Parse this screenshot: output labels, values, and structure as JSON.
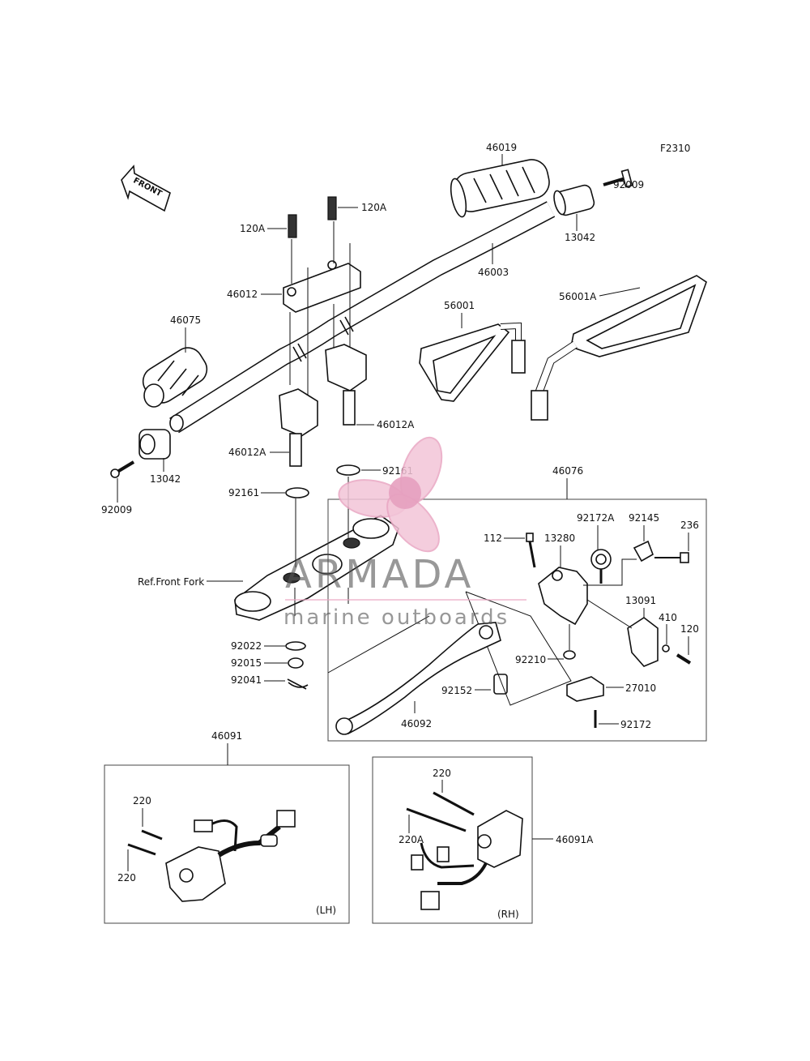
{
  "figure_code": "F2310",
  "front_label": "FRONT",
  "labels": {
    "p46019": "46019",
    "p92009_r": "92009",
    "p13042_r": "13042",
    "p120A_l": "120A",
    "p120A_r": "120A",
    "p46003": "46003",
    "p46012": "46012",
    "p56001": "56001",
    "p56001A": "56001A",
    "p46075": "46075",
    "p46012A_r": "46012A",
    "p46012A_l": "46012A",
    "p13042_l": "13042",
    "p92009_l": "92009",
    "p92161_r": "92161",
    "p92161_l": "92161",
    "p46076": "46076",
    "p112": "112",
    "p13280": "13280",
    "p92172A": "92172A",
    "p92145": "92145",
    "p236": "236",
    "ref_front_fork": "Ref.Front Fork",
    "p13091": "13091",
    "p410": "410",
    "p120": "120",
    "p92210": "92210",
    "p92022": "92022",
    "p92015": "92015",
    "p92041": "92041",
    "p27010": "27010",
    "p92152": "92152",
    "p46092": "46092",
    "p92172": "92172",
    "p46091": "46091",
    "p220_a": "220",
    "p220_b": "220",
    "p220_c": "220",
    "p220A": "220A",
    "p46091A": "46091A",
    "lh": "(LH)",
    "rh": "(RH)"
  },
  "watermark": {
    "brand": "ARMADA",
    "tagline": "marine outboards"
  }
}
